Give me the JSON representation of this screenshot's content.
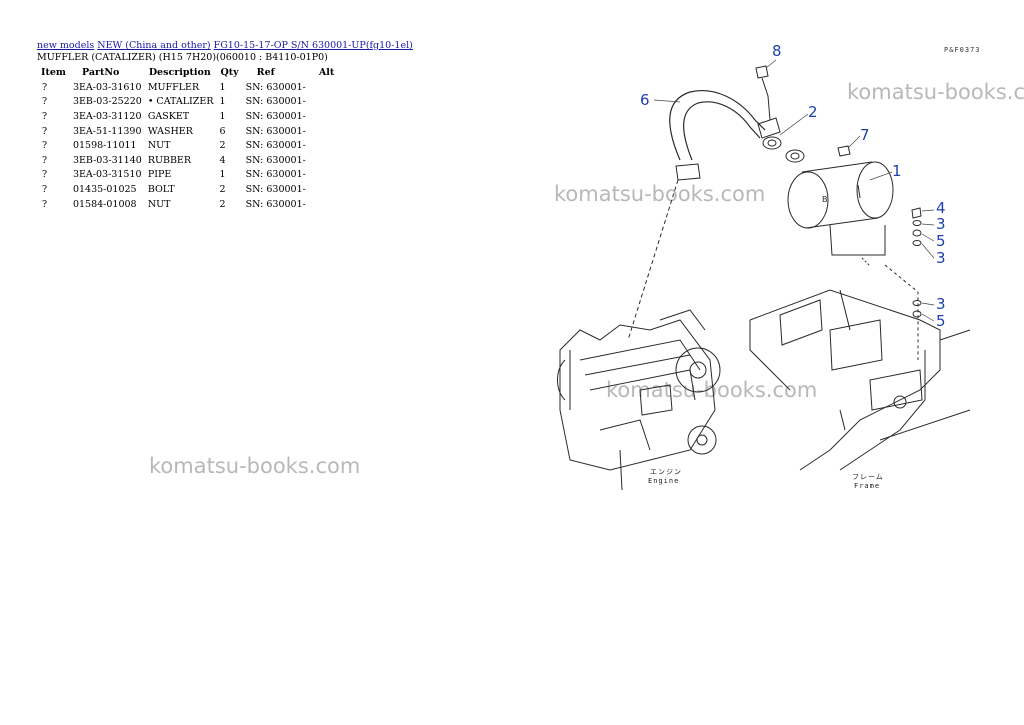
{
  "breadcrumb": {
    "link1": "new models",
    "link2": "NEW (China and other)",
    "link3": "FG10-15-17-OP S/N 630001-UP(fg10-1el)"
  },
  "section_title": "MUFFLER (CATALIZER) (H15 7H20)(060010 : B4110-01P0)",
  "table": {
    "headers": [
      "Item",
      "PartNo",
      "Description",
      "Qty",
      "Ref",
      "Alt"
    ],
    "rows": [
      {
        "item": "?",
        "partno": "3EA-03-31610",
        "desc": "MUFFLER",
        "qty": "1",
        "ref": "SN: 630001-"
      },
      {
        "item": "?",
        "partno": "3EB-03-25220",
        "desc": "• CATALIZER",
        "qty": "1",
        "ref": "SN: 630001-"
      },
      {
        "item": "?",
        "partno": "3EA-03-31120",
        "desc": "GASKET",
        "qty": "1",
        "ref": "SN: 630001-"
      },
      {
        "item": "?",
        "partno": "3EA-51-11390",
        "desc": "WASHER",
        "qty": "6",
        "ref": "SN: 630001-"
      },
      {
        "item": "?",
        "partno": "01598-11011",
        "desc": "NUT",
        "qty": "2",
        "ref": "SN: 630001-"
      },
      {
        "item": "?",
        "partno": "3EB-03-31140",
        "desc": "RUBBER",
        "qty": "4",
        "ref": "SN: 630001-"
      },
      {
        "item": "?",
        "partno": "3EA-03-31510",
        "desc": "PIPE",
        "qty": "1",
        "ref": "SN: 630001-"
      },
      {
        "item": "?",
        "partno": "01435-01025",
        "desc": "BOLT",
        "qty": "2",
        "ref": "SN: 630001-"
      },
      {
        "item": "?",
        "partno": "01584-01008",
        "desc": "NUT",
        "qty": "2",
        "ref": "SN: 630001-"
      }
    ]
  },
  "watermark": "komatsu-books.com",
  "diagram": {
    "code": "P&F0373",
    "callouts": [
      "8",
      "6",
      "2",
      "7",
      "1",
      "4",
      "3",
      "5",
      "3",
      "3",
      "5"
    ],
    "engine_jp": "エンジン",
    "engine_en": "Engine",
    "frame_jp": "フレーム",
    "frame_en": "Frame"
  },
  "colors": {
    "link": "#1a1aa6",
    "callout": "#1f3fb0",
    "watermark": "#b8b8b8"
  }
}
